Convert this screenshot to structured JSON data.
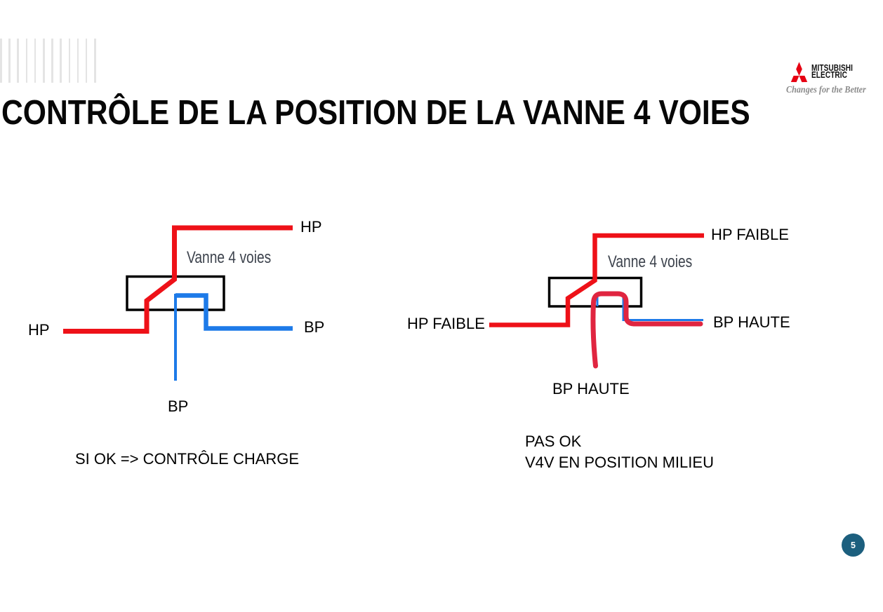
{
  "slide": {
    "title": "CONTRÔLE DE LA POSITION DE LA VANNE 4 VOIES",
    "page_number": "5"
  },
  "logo": {
    "brand_line1": "MITSUBISHI",
    "brand_line2": "ELECTRIC",
    "tagline": "Changes for the Better",
    "brand_red": "#E60012",
    "mark_icon": "three-diamond"
  },
  "colors": {
    "hp_line": "#EE1118",
    "bp_line": "#1D7AE8",
    "overlay_line": "#E02540",
    "valve_outline": "#000000",
    "valve_label_text": "#3D434D",
    "page_badge_bg": "#1C5F7E",
    "page_badge_text": "#FFFFFF"
  },
  "diagram_left": {
    "valve_label": "Vanne 4 voies",
    "hp_top": "HP",
    "hp_left": "HP",
    "bp_right": "BP",
    "bp_bottom": "BP",
    "caption": "SI OK => CONTRÔLE CHARGE"
  },
  "diagram_right": {
    "valve_label": "Vanne 4 voies",
    "hp_top": "HP FAIBLE",
    "hp_left": "HP FAIBLE",
    "bp_right": "BP HAUTE",
    "bp_bottom": "BP HAUTE",
    "caption_line1": "PAS OK",
    "caption_line2": "V4V EN POSITION MILIEU"
  }
}
